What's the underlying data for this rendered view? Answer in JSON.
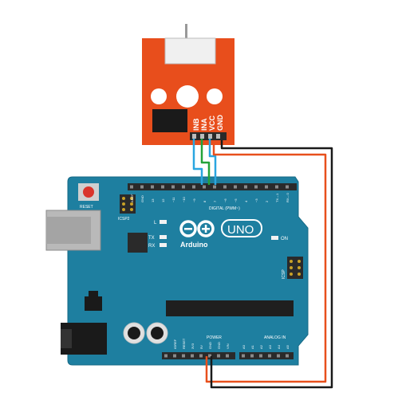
{
  "module": {
    "pins": [
      "INB",
      "INA",
      "VCC",
      "GND"
    ]
  },
  "board": {
    "reset_label": "RESET",
    "icsp_label": "ICSP2",
    "icsp_label_right": "ICSP",
    "digital_label": "DIGITAL (PWM~)",
    "on_label": "ON",
    "tx_label": "TX",
    "rx_label": "RX",
    "l_label": "L",
    "logo_symbol": "∞",
    "uno_label": "UNO",
    "brand_label": "Arduino",
    "power_label": "POWER",
    "analog_label": "ANALOG IN",
    "aref_labels": [
      "AREF",
      "GND",
      "13",
      "12",
      "~11",
      "~10",
      "~9",
      "8",
      "7",
      "~6",
      "~5",
      "4",
      "~3",
      "2",
      "TX→1",
      "RX←0"
    ],
    "power_pin_labels": [
      "IOREF",
      "RESET",
      "3V3",
      "5V",
      "GND",
      "GND",
      "VIN"
    ],
    "analog_pin_labels": [
      "A0",
      "A1",
      "A2",
      "A3",
      "A4",
      "A5"
    ]
  },
  "colors": {
    "module_red": "#e84e1c",
    "board_blue": "#1e7fa0",
    "wire_blue": "#2aa6e0",
    "wire_green": "#24a33a",
    "wire_orange": "#e8501c",
    "wire_black": "#1a1a1a"
  }
}
